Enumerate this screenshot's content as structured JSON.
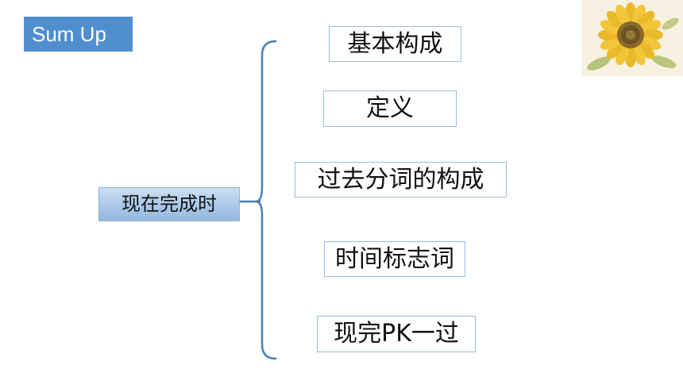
{
  "title": "Sum Up",
  "root": "现在完成时",
  "branches": [
    "基本构成",
    "定义",
    "过去分词的构成",
    "时间标志词",
    "现完PK一过"
  ],
  "colors": {
    "title_bg": "#4f8fcf",
    "brace": "#4a7fb5",
    "node_border": "#9dbbdc"
  },
  "decoration": "sunflower-image"
}
